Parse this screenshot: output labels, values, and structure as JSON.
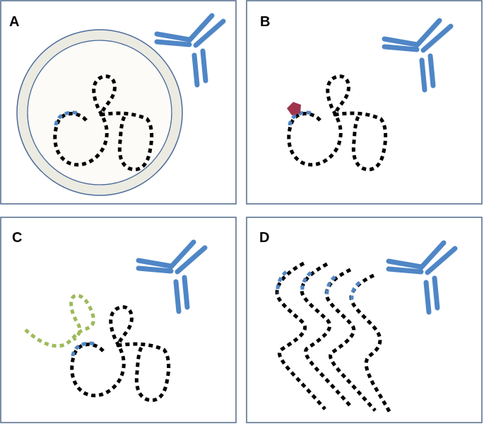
{
  "panels": [
    {
      "id": "a",
      "label": "A"
    },
    {
      "id": "b",
      "label": "B"
    },
    {
      "id": "c",
      "label": "C"
    },
    {
      "id": "d",
      "label": "D"
    }
  ],
  "colors": {
    "frame": "#5a7291",
    "antibody": "#4f86c6",
    "chain": "#000000",
    "epitope": "#4f86c6",
    "pentagon": "#a0344e",
    "green_chain": "#9dba5a",
    "cell_ring": "#ecebe2",
    "cell_inner": "#fcfbf8",
    "cell_outline": "#4a6a99"
  },
  "icons": {
    "antibody": "antibody-icon",
    "cell": "cell-circle",
    "pentagon": "pentagon-icon"
  }
}
